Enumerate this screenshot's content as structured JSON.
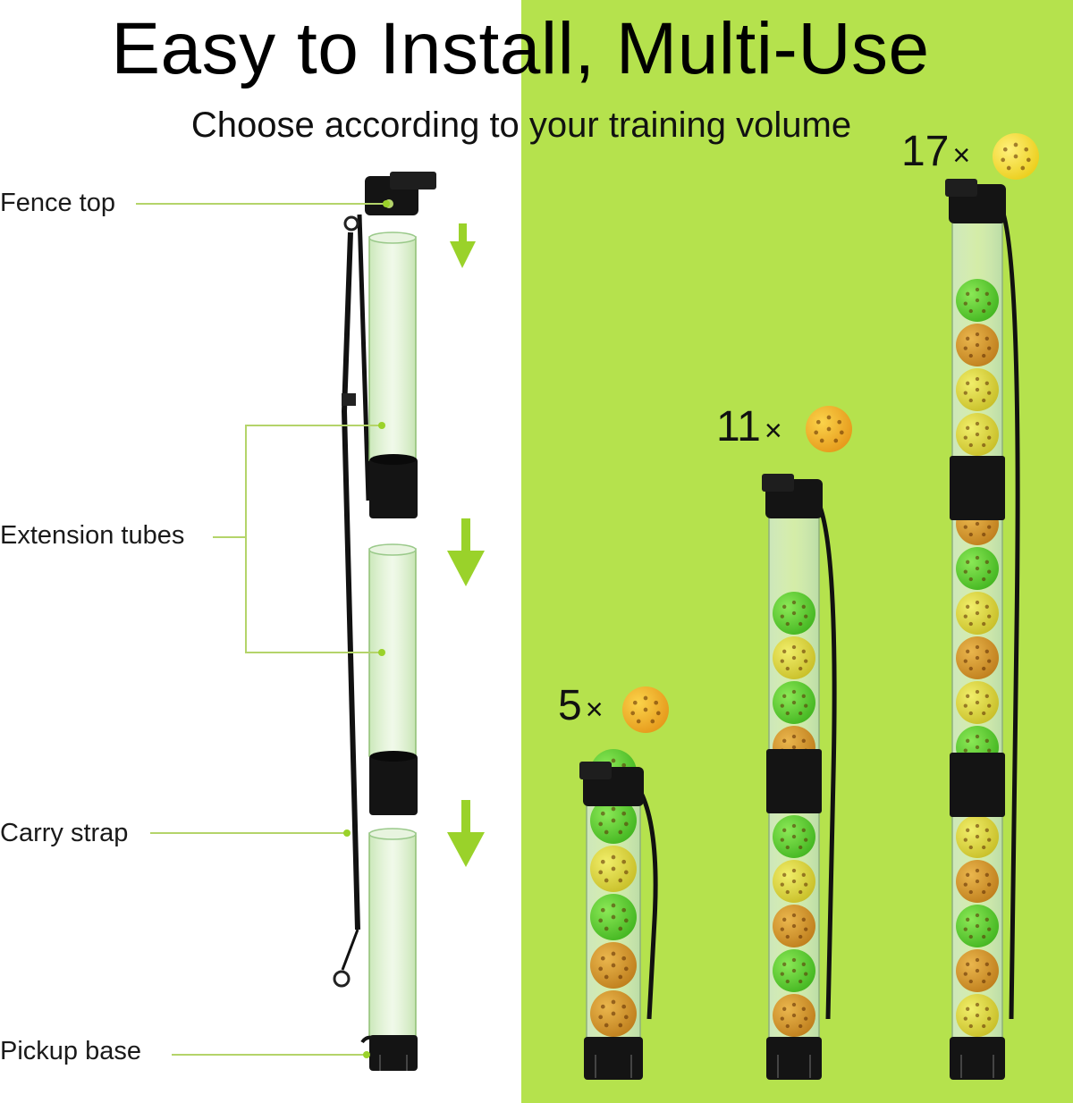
{
  "header": {
    "title": "Easy to Install, Multi-Use",
    "subtitle": "Choose according to your training volume"
  },
  "labels": {
    "fence_top": "Fence top",
    "extension_tubes": "Extension tubes",
    "carry_strap": "Carry strap",
    "pickup_base": "Pickup base"
  },
  "capacities": [
    {
      "count": "5",
      "times": "×"
    },
    {
      "count": "11",
      "times": "×"
    },
    {
      "count": "17",
      "times": "×"
    }
  ],
  "colors": {
    "lime_background": "#b5e24d",
    "accent_arrow": "#9ad22a",
    "leader_line": "#b4d46a",
    "tube_black": "#141414",
    "ball_green": "#5ccf2e",
    "ball_yellow": "#dcd636",
    "ball_orange": "#d59a2e"
  },
  "icons": {
    "arrow": "arrow-down-icon",
    "ball": "pickleball-icon"
  }
}
